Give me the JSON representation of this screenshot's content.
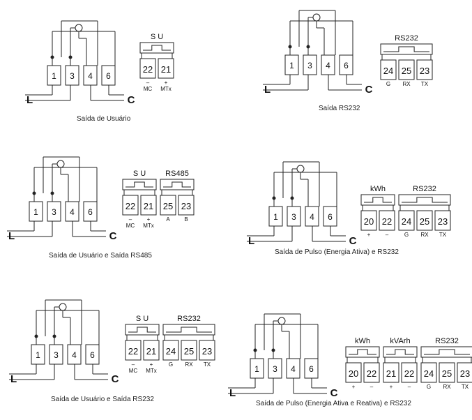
{
  "diagrams": [
    {
      "caption": "Saída de Usuário",
      "meter_terminals": [
        "1",
        "3",
        "4",
        "6"
      ],
      "line_label": "L",
      "load_label": "C",
      "groups": [
        {
          "header": "S  U",
          "terminals": [
            "22",
            "21"
          ],
          "sublabels": [
            "–\nMC",
            "+\nMTx"
          ]
        }
      ]
    },
    {
      "caption": "Saída RS232",
      "meter_terminals": [
        "1",
        "3",
        "4",
        "6"
      ],
      "line_label": "L",
      "load_label": "C",
      "groups": [
        {
          "header": "RS232",
          "terminals": [
            "24",
            "25",
            "23"
          ],
          "sublabels": [
            "G",
            "RX",
            "TX"
          ]
        }
      ]
    },
    {
      "caption": "Saída de Usuário e Saída RS485",
      "meter_terminals": [
        "1",
        "3",
        "4",
        "6"
      ],
      "line_label": "L",
      "load_label": "C",
      "groups": [
        {
          "header": "S  U",
          "terminals": [
            "22",
            "21"
          ],
          "sublabels": [
            "–\nMC",
            "+\nMTx"
          ]
        },
        {
          "header": "RS485",
          "terminals": [
            "25",
            "23"
          ],
          "sublabels": [
            "A",
            "B"
          ]
        }
      ]
    },
    {
      "caption": "Saída de Pulso (Energia Ativa) e RS232",
      "meter_terminals": [
        "1",
        "3",
        "4",
        "6"
      ],
      "line_label": "L",
      "load_label": "C",
      "groups": [
        {
          "header": "kWh",
          "terminals": [
            "20",
            "22"
          ],
          "sublabels": [
            "+",
            "–"
          ]
        },
        {
          "header": "RS232",
          "terminals": [
            "24",
            "25",
            "23"
          ],
          "sublabels": [
            "G",
            "RX",
            "TX"
          ]
        }
      ]
    },
    {
      "caption": "Saída de Usuário e Saída RS232",
      "meter_terminals": [
        "1",
        "3",
        "4",
        "6"
      ],
      "line_label": "L",
      "load_label": "C",
      "groups": [
        {
          "header": "S  U",
          "terminals": [
            "22",
            "21"
          ],
          "sublabels": [
            "–\nMC",
            "+\nMTx"
          ]
        },
        {
          "header": "RS232",
          "terminals": [
            "24",
            "25",
            "23"
          ],
          "sublabels": [
            "G",
            "RX",
            "TX"
          ]
        }
      ]
    },
    {
      "caption": "Saída de Pulso (Energia Ativa e Reativa) e RS232",
      "meter_terminals": [
        "1",
        "3",
        "4",
        "6"
      ],
      "line_label": "L",
      "load_label": "C",
      "groups": [
        {
          "header": "kWh",
          "terminals": [
            "20",
            "22"
          ],
          "sublabels": [
            "+",
            "–"
          ]
        },
        {
          "header": "kVArh",
          "terminals": [
            "21",
            "22"
          ],
          "sublabels": [
            "+",
            "–"
          ]
        },
        {
          "header": "RS232",
          "terminals": [
            "24",
            "25",
            "23"
          ],
          "sublabels": [
            "G",
            "RX",
            "TX"
          ]
        }
      ]
    }
  ]
}
